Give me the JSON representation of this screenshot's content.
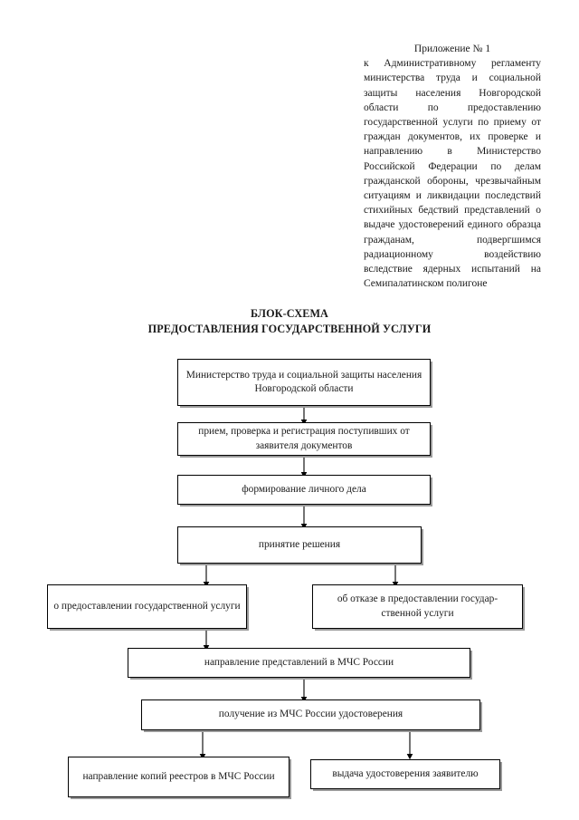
{
  "document": {
    "appendix_heading": "Приложение № 1",
    "appendix_text": "к Административному регламенту министерства труда и социальной защиты населения Новгородской области по предоставлению государственной услуги по приему от граждан документов, их проверке и направлению в Министерство Российской Федерации по делам гражданской обороны, чрезвычайным ситуациям и ликвидации последствий стихийных бедствий представлений о выдаче удостоверений единого образца гражданам, подвергшимся радиационному воздействию вследствие ядерных испытаний на Семипалатинском полигоне",
    "title_line1": "БЛОК-СХЕМА",
    "title_line2": "ПРЕДОСТАВЛЕНИЯ ГОСУДАРСТВЕННОЙ УСЛУГИ"
  },
  "flowchart": {
    "nodes": [
      {
        "id": "ministry",
        "label": "Министерство труда и социальной защиты населения Новгородской области"
      },
      {
        "id": "intake",
        "label": "прием, проверка и регистрация поступивших от заявителя документов"
      },
      {
        "id": "personal-file",
        "label": "формирование личного дела"
      },
      {
        "id": "decision",
        "label": "принятие решения"
      },
      {
        "id": "grant-service",
        "label": "о предоставлении государственной услуги"
      },
      {
        "id": "refuse-service",
        "label": "об отказе в предоставлении государ-ственной услуги"
      },
      {
        "id": "send-submissions",
        "label": "направление представлений в МЧС России"
      },
      {
        "id": "receive-cert",
        "label": "получение из  МЧС России удостоверения"
      },
      {
        "id": "send-registers",
        "label": "направление копий реестров в МЧС России"
      },
      {
        "id": "issue-cert",
        "label": "выдача удостоверения заявителю"
      }
    ]
  },
  "colors": {
    "page_background": "#ffffff",
    "text": "#1a1a1a",
    "node_border": "#000000",
    "node_shadow": "#9a9a9a",
    "connector": "#000000"
  }
}
